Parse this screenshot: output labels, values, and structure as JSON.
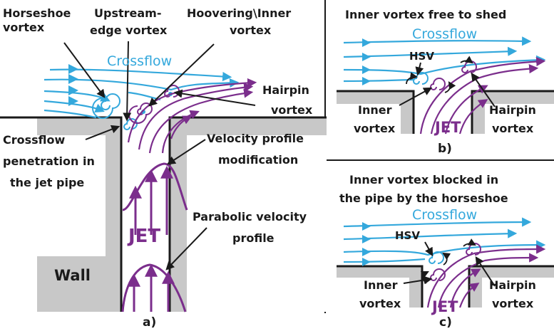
{
  "panel_a": {
    "labels": {
      "horseshoe_1": "Horseshoe",
      "horseshoe_2": "vortex",
      "upstream_1": "Upstream-",
      "upstream_2": "edge vortex",
      "hoovering_1": "Hoovering\\Inner",
      "hoovering_2": "vortex",
      "crossflow": "Crossflow",
      "hairpin_1": "Hairpin",
      "hairpin_2": "vortex",
      "penetration_1": "Crossflow",
      "penetration_2": "penetration in",
      "penetration_3": "the jet pipe",
      "velmod_1": "Velocity profile",
      "velmod_2": "modification",
      "parabolic_1": "Parabolic velocity",
      "parabolic_2": "profile",
      "jet": "JET",
      "wall": "Wall",
      "panel_id": "a)"
    }
  },
  "panel_b": {
    "labels": {
      "title": "Inner vortex free to shed",
      "crossflow": "Crossflow",
      "hsv": "HSV",
      "inner_1": "Inner",
      "inner_2": "vortex",
      "jet": "JET",
      "hairpin_1": "Hairpin",
      "hairpin_2": "vortex",
      "panel_id": "b)"
    }
  },
  "panel_c": {
    "labels": {
      "title_1": "Inner vortex blocked in",
      "title_2": "the pipe by the horseshoe",
      "crossflow": "Crossflow",
      "hsv": "HSV",
      "inner_1": "Inner",
      "inner_2": "vortex",
      "jet": "JET",
      "hairpin_1": "Hairpin",
      "hairpin_2": "vortex",
      "panel_id": "c)"
    }
  },
  "colors": {
    "crossflow": "#34a8dc",
    "jet": "#7b2e8c",
    "wall": "#c8c8c8",
    "ink": "#1a1a1a"
  }
}
